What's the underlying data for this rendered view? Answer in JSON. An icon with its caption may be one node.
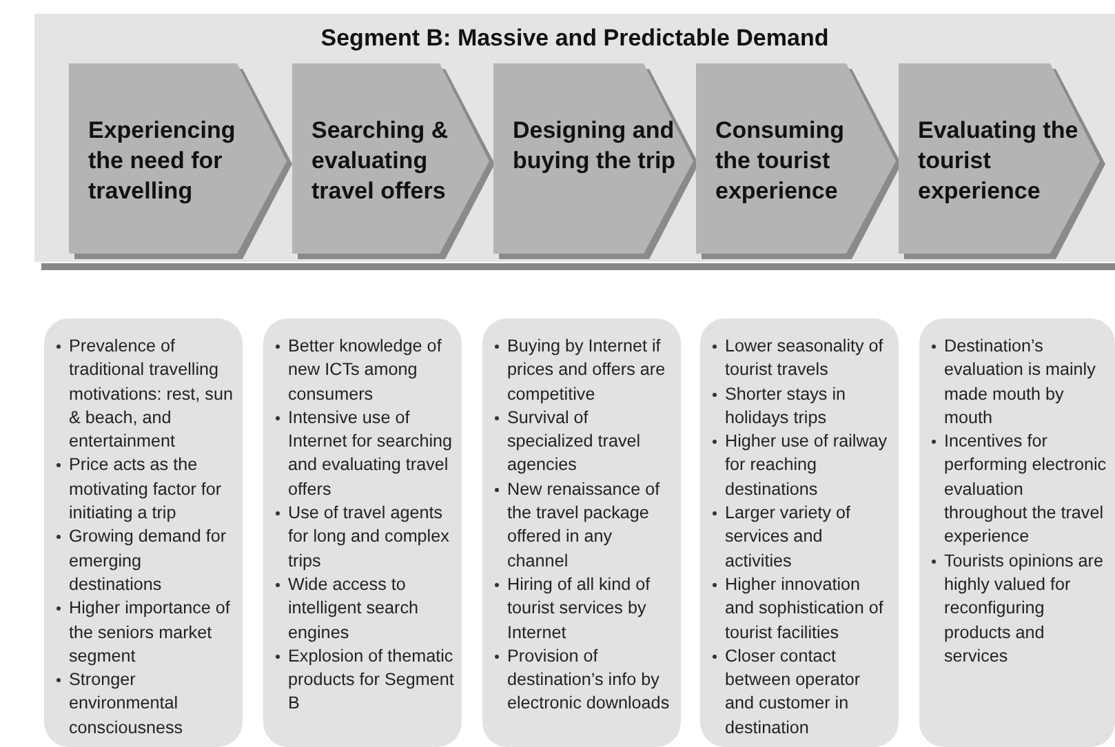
{
  "diagram": {
    "nodes": [
      {
        "text": [
          "Segment B: Massive and Predictable Demand"
        ]
      },
      {
        "text": [
          "Experiencing the need for travelling"
        ],
        "in": 0
      },
      {
        "text": [
          "Searching & evaluating travel offers"
        ],
        "in": 0
      },
      {
        "text": [
          "Designing and buying the trip"
        ],
        "in": 0
      },
      {
        "text": [
          "Consuming the tourist experience"
        ],
        "in": 0
      },
      {
        "text": [
          "Evaluating the tourist experience"
        ],
        "in": 0
      },
      {
        "text": [
          "Prevalence of traditional travelling motivations: rest, sun & beach, and entertainment",
          "Price acts as the motivating factor for initiating a trip",
          "Growing demand for emerging destinations",
          "Higher importance of the seniors market segment",
          "Stronger environmental consciousness"
        ]
      },
      {
        "text": [
          "Better knowledge of new ICTs among consumers",
          "Intensive use of Internet for searching and evaluating travel offers",
          "Use of travel agents for long and complex trips",
          "Wide access to intelligent search engines",
          "Explosion of thematic products for Segment B"
        ]
      },
      {
        "text": [
          "Buying by Internet if prices and offers are competitive",
          "Survival of specialized travel agencies",
          "New renaissance of the travel package offered in any channel",
          "Hiring of all kind of tourist services by Internet",
          "Provision of destination’s info by electronic downloads"
        ]
      },
      {
        "text": [
          "Lower seasonality of tourist travels",
          "Shorter stays in holidays trips",
          "Higher use of railway for reaching destinations",
          "Larger variety of services and activities",
          "Higher innovation and sophistication of tourist facilities",
          "Closer contact between operator and customer in destination"
        ]
      },
      {
        "text": [
          "Destination’s evaluation is mainly made mouth by mouth",
          "Incentives for performing electronic evaluation throughout the travel experience",
          "Tourists opinions are highly valued for reconfiguring products and services"
        ]
      }
    ]
  }
}
